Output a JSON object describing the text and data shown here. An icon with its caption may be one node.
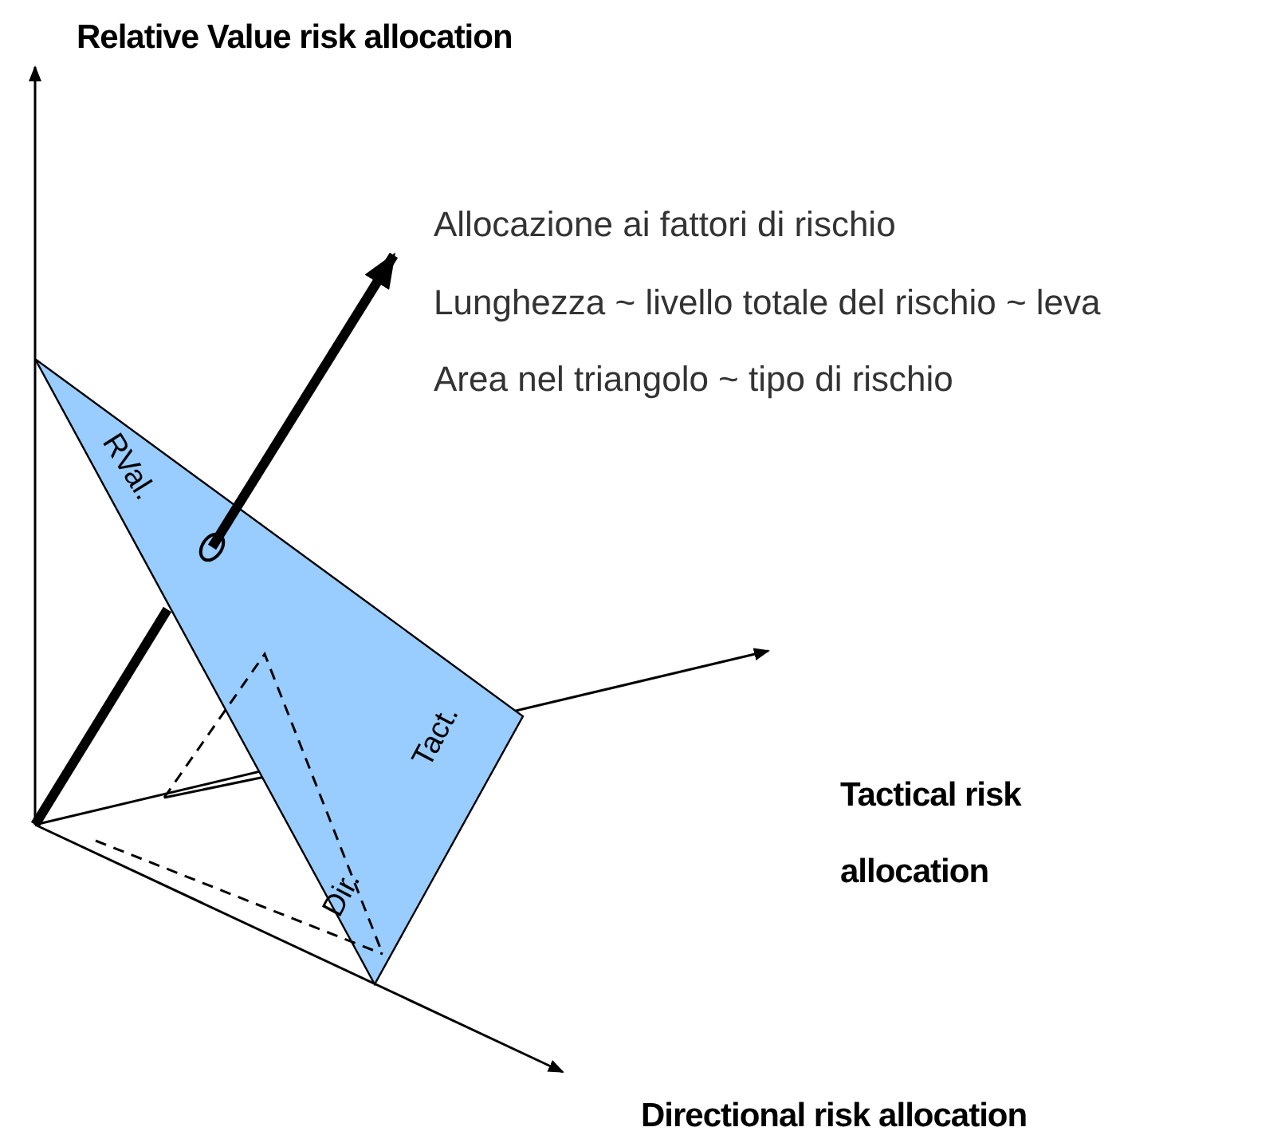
{
  "diagram": {
    "nodes": [
      {
        "text": [
          "RVal.",
          "Tact.",
          "Dir."
        ]
      }
    ],
    "labels": [
      "Relative Value risk allocation",
      "Allocazione ai fattori di rischio",
      "Lunghezza ~ livello totale del rischio ~ leva",
      "Area nel triangolo ~ tipo di rischio",
      "Tactical risk allocation",
      "Directional risk allocation"
    ]
  }
}
